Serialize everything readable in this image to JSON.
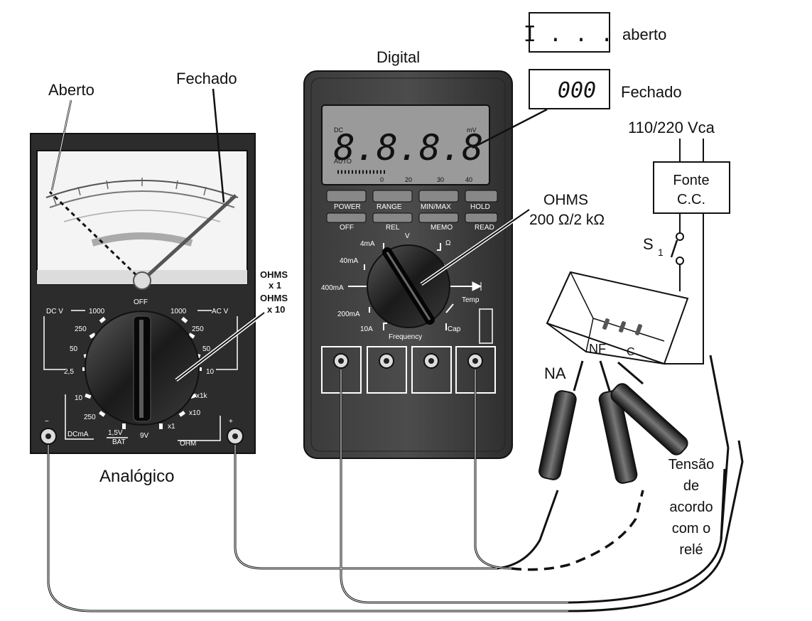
{
  "labels": {
    "aberto_top": "aberto",
    "fechado_top": "Fechado",
    "display_open": "I . . .",
    "display_closed": "000",
    "digital": "Digital",
    "aberto": "Aberto",
    "fechado": "Fechado",
    "supply_voltage": "110/220 Vca",
    "fonte_line1": "Fonte",
    "fonte_line2": "C.C.",
    "ohms_digital_line1": "OHMS",
    "ohms_digital_line2": "200 Ω/2 kΩ",
    "ohms_analog_1": "OHMS",
    "ohms_analog_2": "x 1",
    "ohms_analog_3": "OHMS",
    "ohms_analog_4": "x 10",
    "s1": "S",
    "s1_sub": "1",
    "analogico": "Analógico",
    "na": "NA",
    "nf": "NF",
    "c": "C",
    "tensao_1": "Tensão",
    "tensao_2": "de",
    "tensao_3": "acordo",
    "tensao_4": "com o",
    "tensao_5": "relé",
    "minus": "−",
    "plus": "+"
  },
  "analog_meter": {
    "dial": {
      "dcv": "DC V",
      "acv": "AC V",
      "off": "OFF",
      "v1000_left": "1000",
      "v1000_right": "1000",
      "v250_left": "250",
      "v250_right": "250",
      "v50_left": "50",
      "v50_right": "50",
      "v25": "2,5",
      "v10_right": "10",
      "ma10": "10",
      "ma250": "250",
      "dcma": "DCmA",
      "bat15": "1,5V",
      "bat": "BAT",
      "bat9": "9V",
      "x1": "x1",
      "x10": "x10",
      "x1k": "x1k",
      "ohm": "OHM"
    }
  },
  "digital_meter": {
    "lcd_dc": "DC",
    "lcd_auto": "AUTO",
    "lcd_unit": "mV",
    "lcd_digits": "8.8.8.8",
    "lcd_scale": [
      "0",
      "20",
      "30",
      "40"
    ],
    "buttons_top": [
      "POWER",
      "RANGE",
      "MIN/MAX",
      "HOLD"
    ],
    "buttons_bottom": [
      "OFF",
      "REL",
      "MEMO",
      "READ"
    ],
    "ranges": {
      "v": "V",
      "ohm": "Ω",
      "ma4": "4mA",
      "ma40": "40mA",
      "ma400": "400mA",
      "ma200": "200mA",
      "a10": "10A",
      "temp": "Temp",
      "cap": "Cap",
      "freq": "Frequency"
    }
  }
}
